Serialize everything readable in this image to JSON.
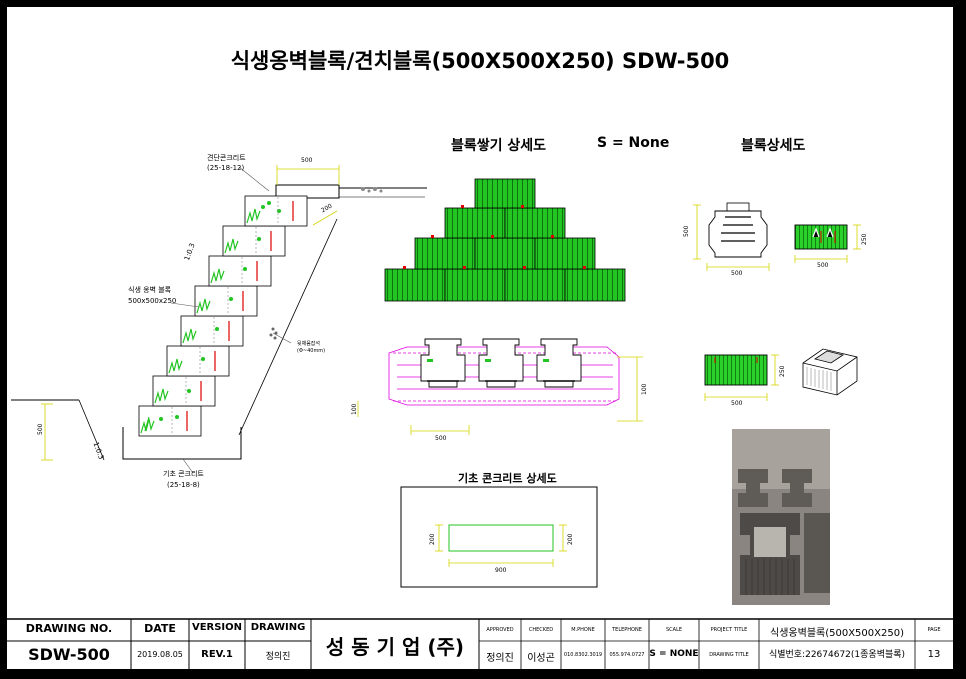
{
  "title": "식생옹벽블록/견치블록(500X500X250) SDW-500",
  "sections": {
    "stack_detail": "블록쌓기 상세도",
    "scale_label": "S = None",
    "block_detail": "블록상세도",
    "foundation_detail": "기초 콘크리트 상세도"
  },
  "annotations": {
    "top_concrete": "견단콘크리트",
    "top_concrete_spec": "(25-18-12)",
    "block_name": "식생 옹벽 블록",
    "block_size": "500x500x250",
    "filter_stone": "뒷채움잡석",
    "filter_stone_spec": "(Φ~40mm)",
    "base_concrete": "기초 콘크리트",
    "base_concrete_spec": "(25-18-8)",
    "slope_upper": "1:0.3",
    "slope_lower": "1:0.3"
  },
  "dimensions": {
    "wall_top_width": "500",
    "wall_top_depth": "200",
    "wall_base_height": "500",
    "plan_width": "500",
    "plan_height": "100",
    "plan_depth": "100",
    "block_front_height": "500",
    "block_front_width": "500",
    "block_side_width": "500",
    "block_side_height": "250",
    "block_back_width": "500",
    "block_back_height": "250",
    "foundation_width": "900",
    "foundation_height": "200"
  },
  "title_block": {
    "drawing_no_label": "DRAWING NO.",
    "drawing_no": "SDW-500",
    "date_label": "DATE",
    "date": "2019.08.05",
    "version_label": "VERSION",
    "version": "REV.1",
    "drawing_label": "DRAWING",
    "drawn_by": "정의진",
    "company": "성 동 기 업 (주)",
    "approved_label": "APPROVED",
    "approved": "정의진",
    "checked_label": "CHECKED",
    "checked": "이성곤",
    "mphone_label": "M.PHONE",
    "mphone": "010.8302.3019",
    "telephone_label": "TELEPHONE",
    "telephone": "055.974.0727",
    "scale_label": "SCALE",
    "scale": "S = NONE",
    "project_title_label": "PROJECT TITLE",
    "project_title": "식생옹벽블록(500X500X250)",
    "drawing_title_label": "DRAWING TITLE",
    "drawing_title": "식별번호:22674672(1종옹벽블록)",
    "page_label": "PAGE",
    "page": "13"
  },
  "colors": {
    "block_fill": "#22c522",
    "dimension": "#d4d400",
    "plan_line": "#e000e0",
    "red_mark": "#e00000"
  }
}
